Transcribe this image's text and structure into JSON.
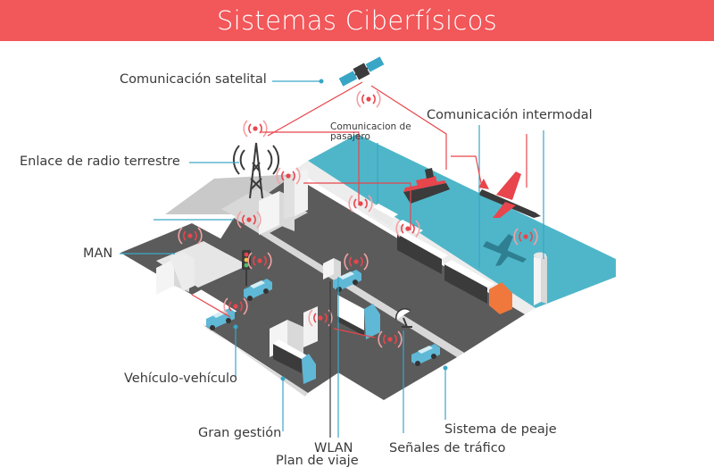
{
  "header": {
    "title": "Sistemas Ciberfísicos"
  },
  "labels": {
    "satellite": "Comunicación satelital",
    "radio_link": "Enlace de radio terrestre",
    "passenger": "Comunicacion de pasajero",
    "intermodal": "Comunicación intermodal",
    "man": "MAN",
    "v2v": "Vehículo-vehículo",
    "management": "Gran gestión",
    "wlan": "WLAN",
    "trip_plan": "Plan de viaje",
    "traffic_signals": "Señales de tráfico",
    "toll": "Sistema de peaje"
  },
  "colors": {
    "banner": "#f2575a",
    "road": "#5b5b5b",
    "sidewalk": "#d8d8d8",
    "water": "#4fb6c9",
    "building": "#efefef",
    "accent_red": "#e8454c",
    "accent_blue": "#3aa6c6",
    "label_text": "#3a3a3a"
  },
  "icons": [
    "satellite-icon",
    "radio-tower-icon",
    "ship-icon",
    "airplane-icon",
    "traffic-light-icon",
    "antenna-dish-icon",
    "truck-icon",
    "car-icon",
    "train-icon",
    "signal-wave-icon"
  ]
}
